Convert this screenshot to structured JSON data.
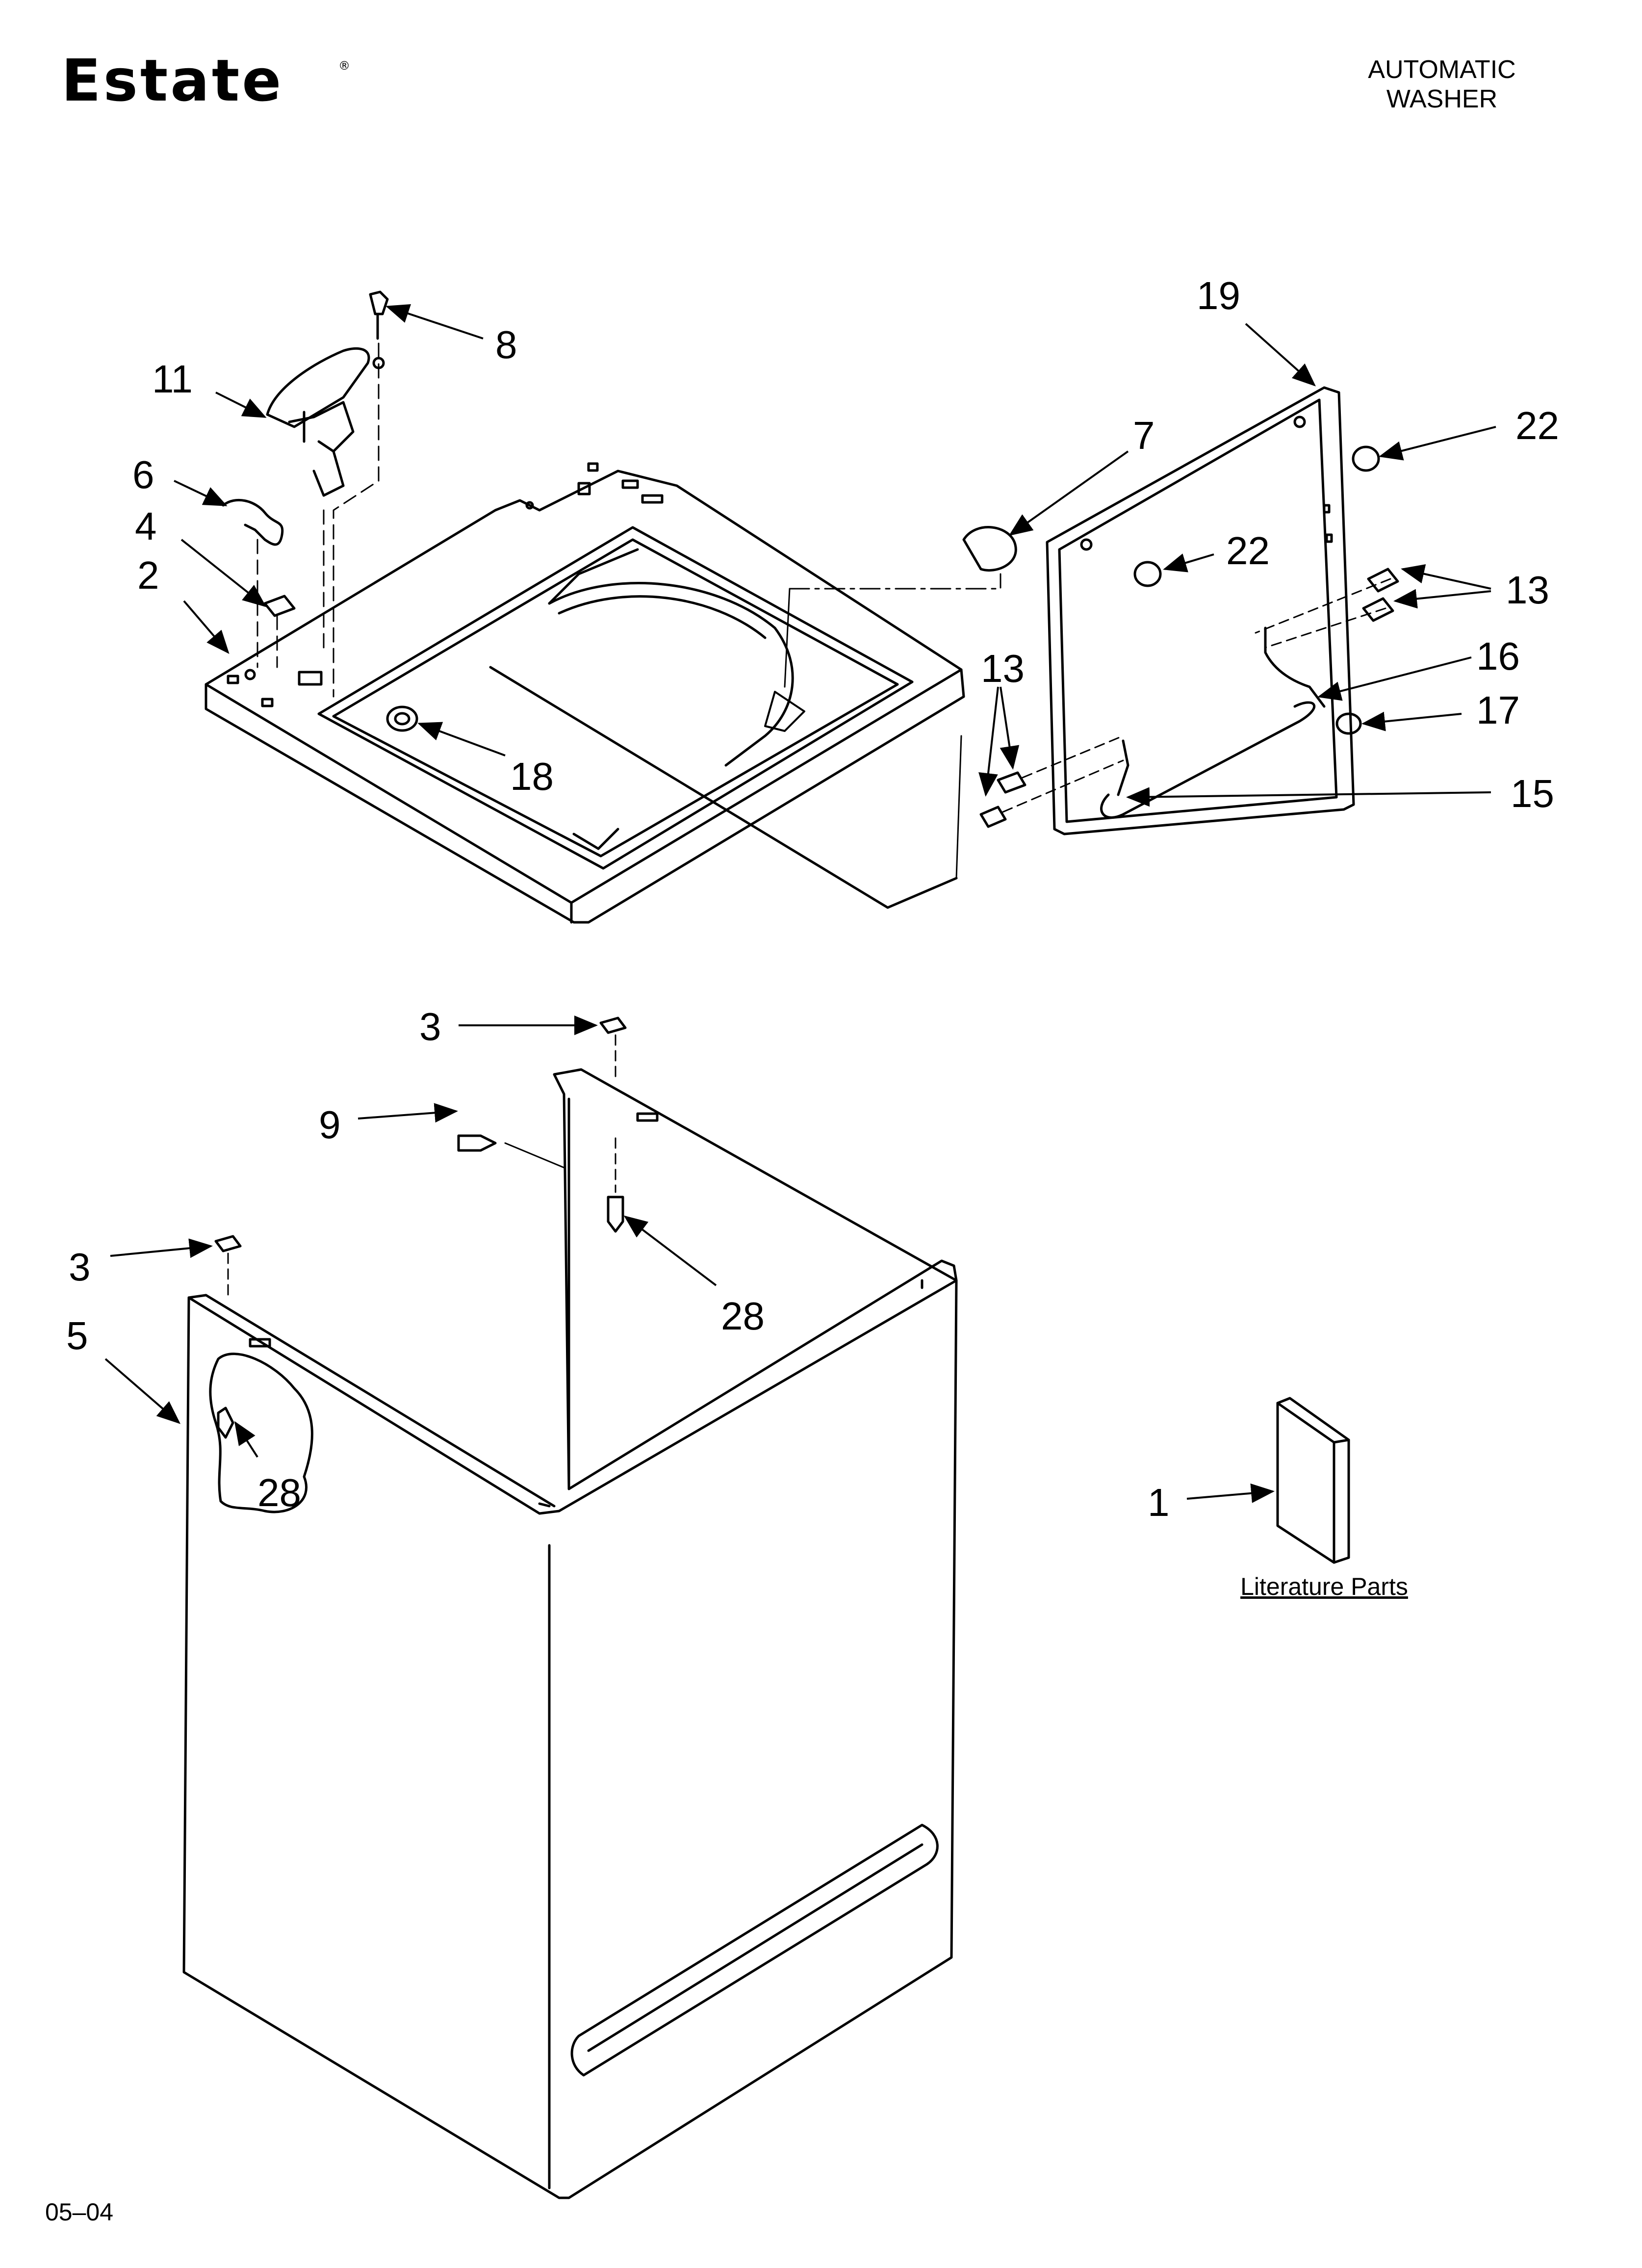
{
  "header": {
    "brand": "Estate",
    "brand_reg": "®",
    "title_line1": "AUTOMATIC",
    "title_line2": "WASHER"
  },
  "footer": {
    "code": "05–04"
  },
  "literature": {
    "label": "Literature Parts"
  },
  "callouts": [
    {
      "id": "c8",
      "label": "8"
    },
    {
      "id": "c11",
      "label": "11"
    },
    {
      "id": "c6",
      "label": "6"
    },
    {
      "id": "c4",
      "label": "4"
    },
    {
      "id": "c2",
      "label": "2"
    },
    {
      "id": "c18",
      "label": "18"
    },
    {
      "id": "c7",
      "label": "7"
    },
    {
      "id": "c19",
      "label": "19"
    },
    {
      "id": "c22a",
      "label": "22"
    },
    {
      "id": "c22b",
      "label": "22"
    },
    {
      "id": "c13a",
      "label": "13"
    },
    {
      "id": "c13b",
      "label": "13"
    },
    {
      "id": "c16",
      "label": "16"
    },
    {
      "id": "c17",
      "label": "17"
    },
    {
      "id": "c15",
      "label": "15"
    },
    {
      "id": "c3a",
      "label": "3"
    },
    {
      "id": "c9",
      "label": "9"
    },
    {
      "id": "c28a",
      "label": "28"
    },
    {
      "id": "c3b",
      "label": "3"
    },
    {
      "id": "c5",
      "label": "5"
    },
    {
      "id": "c28b",
      "label": "28"
    },
    {
      "id": "c1",
      "label": "1"
    }
  ]
}
